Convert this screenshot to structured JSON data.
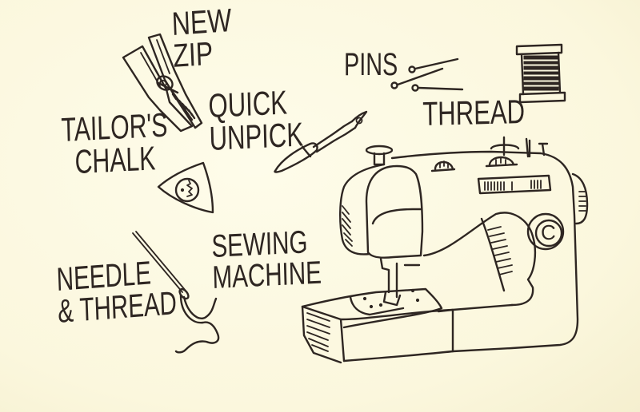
{
  "illustration": {
    "title": "Sewing tools sketch",
    "colors": {
      "paper": "#fcf9e4",
      "ink": "#2e2622"
    },
    "labels": {
      "new_zip": "NEW\nZIP",
      "tailors_chalk": "TAILOR'S\nCHALK",
      "quick_unpick": "QUICK\nUNPICK",
      "pins": "PINS",
      "thread": "THREAD",
      "sewing_machine": "SEWING\nMACHINE",
      "needle_and_thread": "NEEDLE\n& THREAD"
    },
    "machine_badge": "C",
    "items": [
      {
        "name": "zip",
        "icon": "zipper-icon"
      },
      {
        "name": "tailors-chalk",
        "icon": "chalk-icon"
      },
      {
        "name": "quick-unpick",
        "icon": "seam-ripper-icon"
      },
      {
        "name": "pins",
        "icon": "pins-icon"
      },
      {
        "name": "thread",
        "icon": "thread-spool-icon"
      },
      {
        "name": "sewing-machine",
        "icon": "sewing-machine-icon"
      },
      {
        "name": "needle-and-thread",
        "icon": "needle-icon"
      }
    ]
  }
}
